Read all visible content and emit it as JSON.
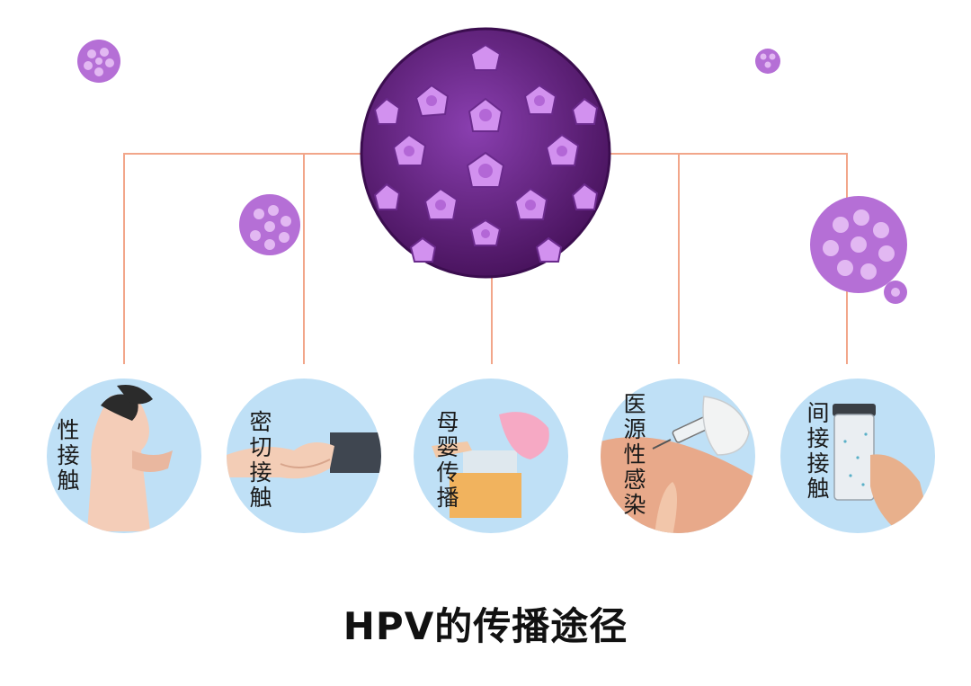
{
  "title": "HPV的传播途径",
  "routes": [
    {
      "label": "性接触",
      "icon": "embracing-couple-icon"
    },
    {
      "label": "密切接触",
      "icon": "handshake-icon"
    },
    {
      "label": "母婴传播",
      "icon": "childbirth-icon"
    },
    {
      "label": "医源性感染",
      "icon": "syringe-injection-icon"
    },
    {
      "label": "间接接触",
      "icon": "shared-cup-icon"
    }
  ],
  "colors": {
    "virus_light": "#c98be6",
    "virus_dark": "#5a1e78",
    "connector": "#f2a68a",
    "circle_bg": "#bfe0f6"
  }
}
